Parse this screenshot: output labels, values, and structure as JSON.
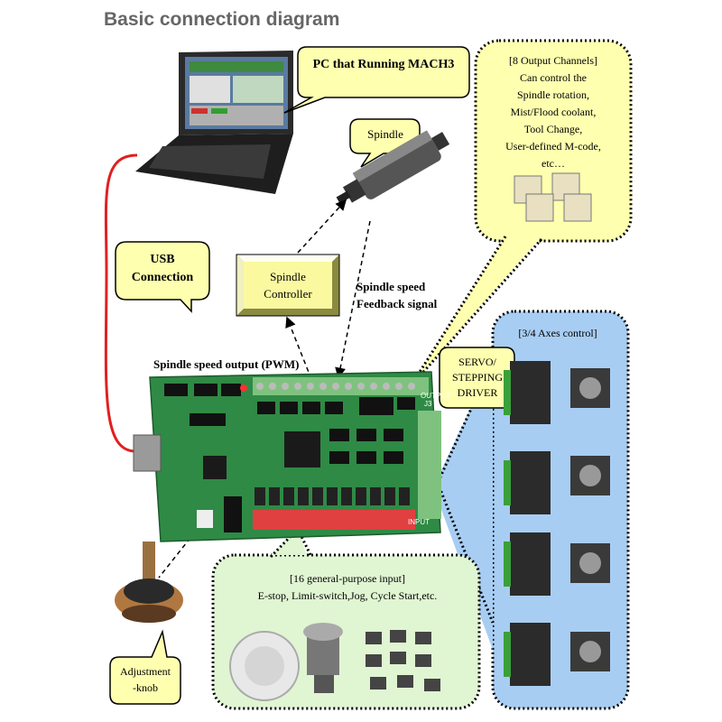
{
  "title": "Basic connection diagram",
  "labels": {
    "pc": "PC that Running MACH3",
    "spindle": "Spindle",
    "usb_line1": "USB",
    "usb_line2": "Connection",
    "spindle_controller_line1": "Spindle",
    "spindle_controller_line2": "Controller",
    "feedback_line1": "Spindle speed",
    "feedback_line2": "Feedback signal",
    "pwm": "Spindle speed output (PWM)",
    "servo_line1": "SERVO/",
    "servo_line2": "STEPPING",
    "servo_line3": "DRIVER",
    "axes": "[3/4 Axes control]",
    "adjust_line1": "Adjustment",
    "adjust_line2": "-knob",
    "outputs": [
      "[8 Output Channels]",
      "Can control the",
      "Spindle rotation,",
      "Mist/Flood coolant,",
      "Tool Change,",
      "User-defined M-code,",
      "etc…"
    ],
    "inputs_line1": "[16 general-purpose input]",
    "inputs_line2": "E-stop, Limit-switch,Jog, Cycle Start,etc.",
    "board_output": "OUTPUT",
    "board_j3": "J3",
    "board_input": "INPUT"
  },
  "colors": {
    "callout_yellow": "#ffffb0",
    "axes_blue": "#a8cdf2",
    "inputs_green": "#e0f5d2",
    "board_green": "#2f8a45",
    "usb_red": "#e02020",
    "controller_box": "#fbf9a0"
  }
}
